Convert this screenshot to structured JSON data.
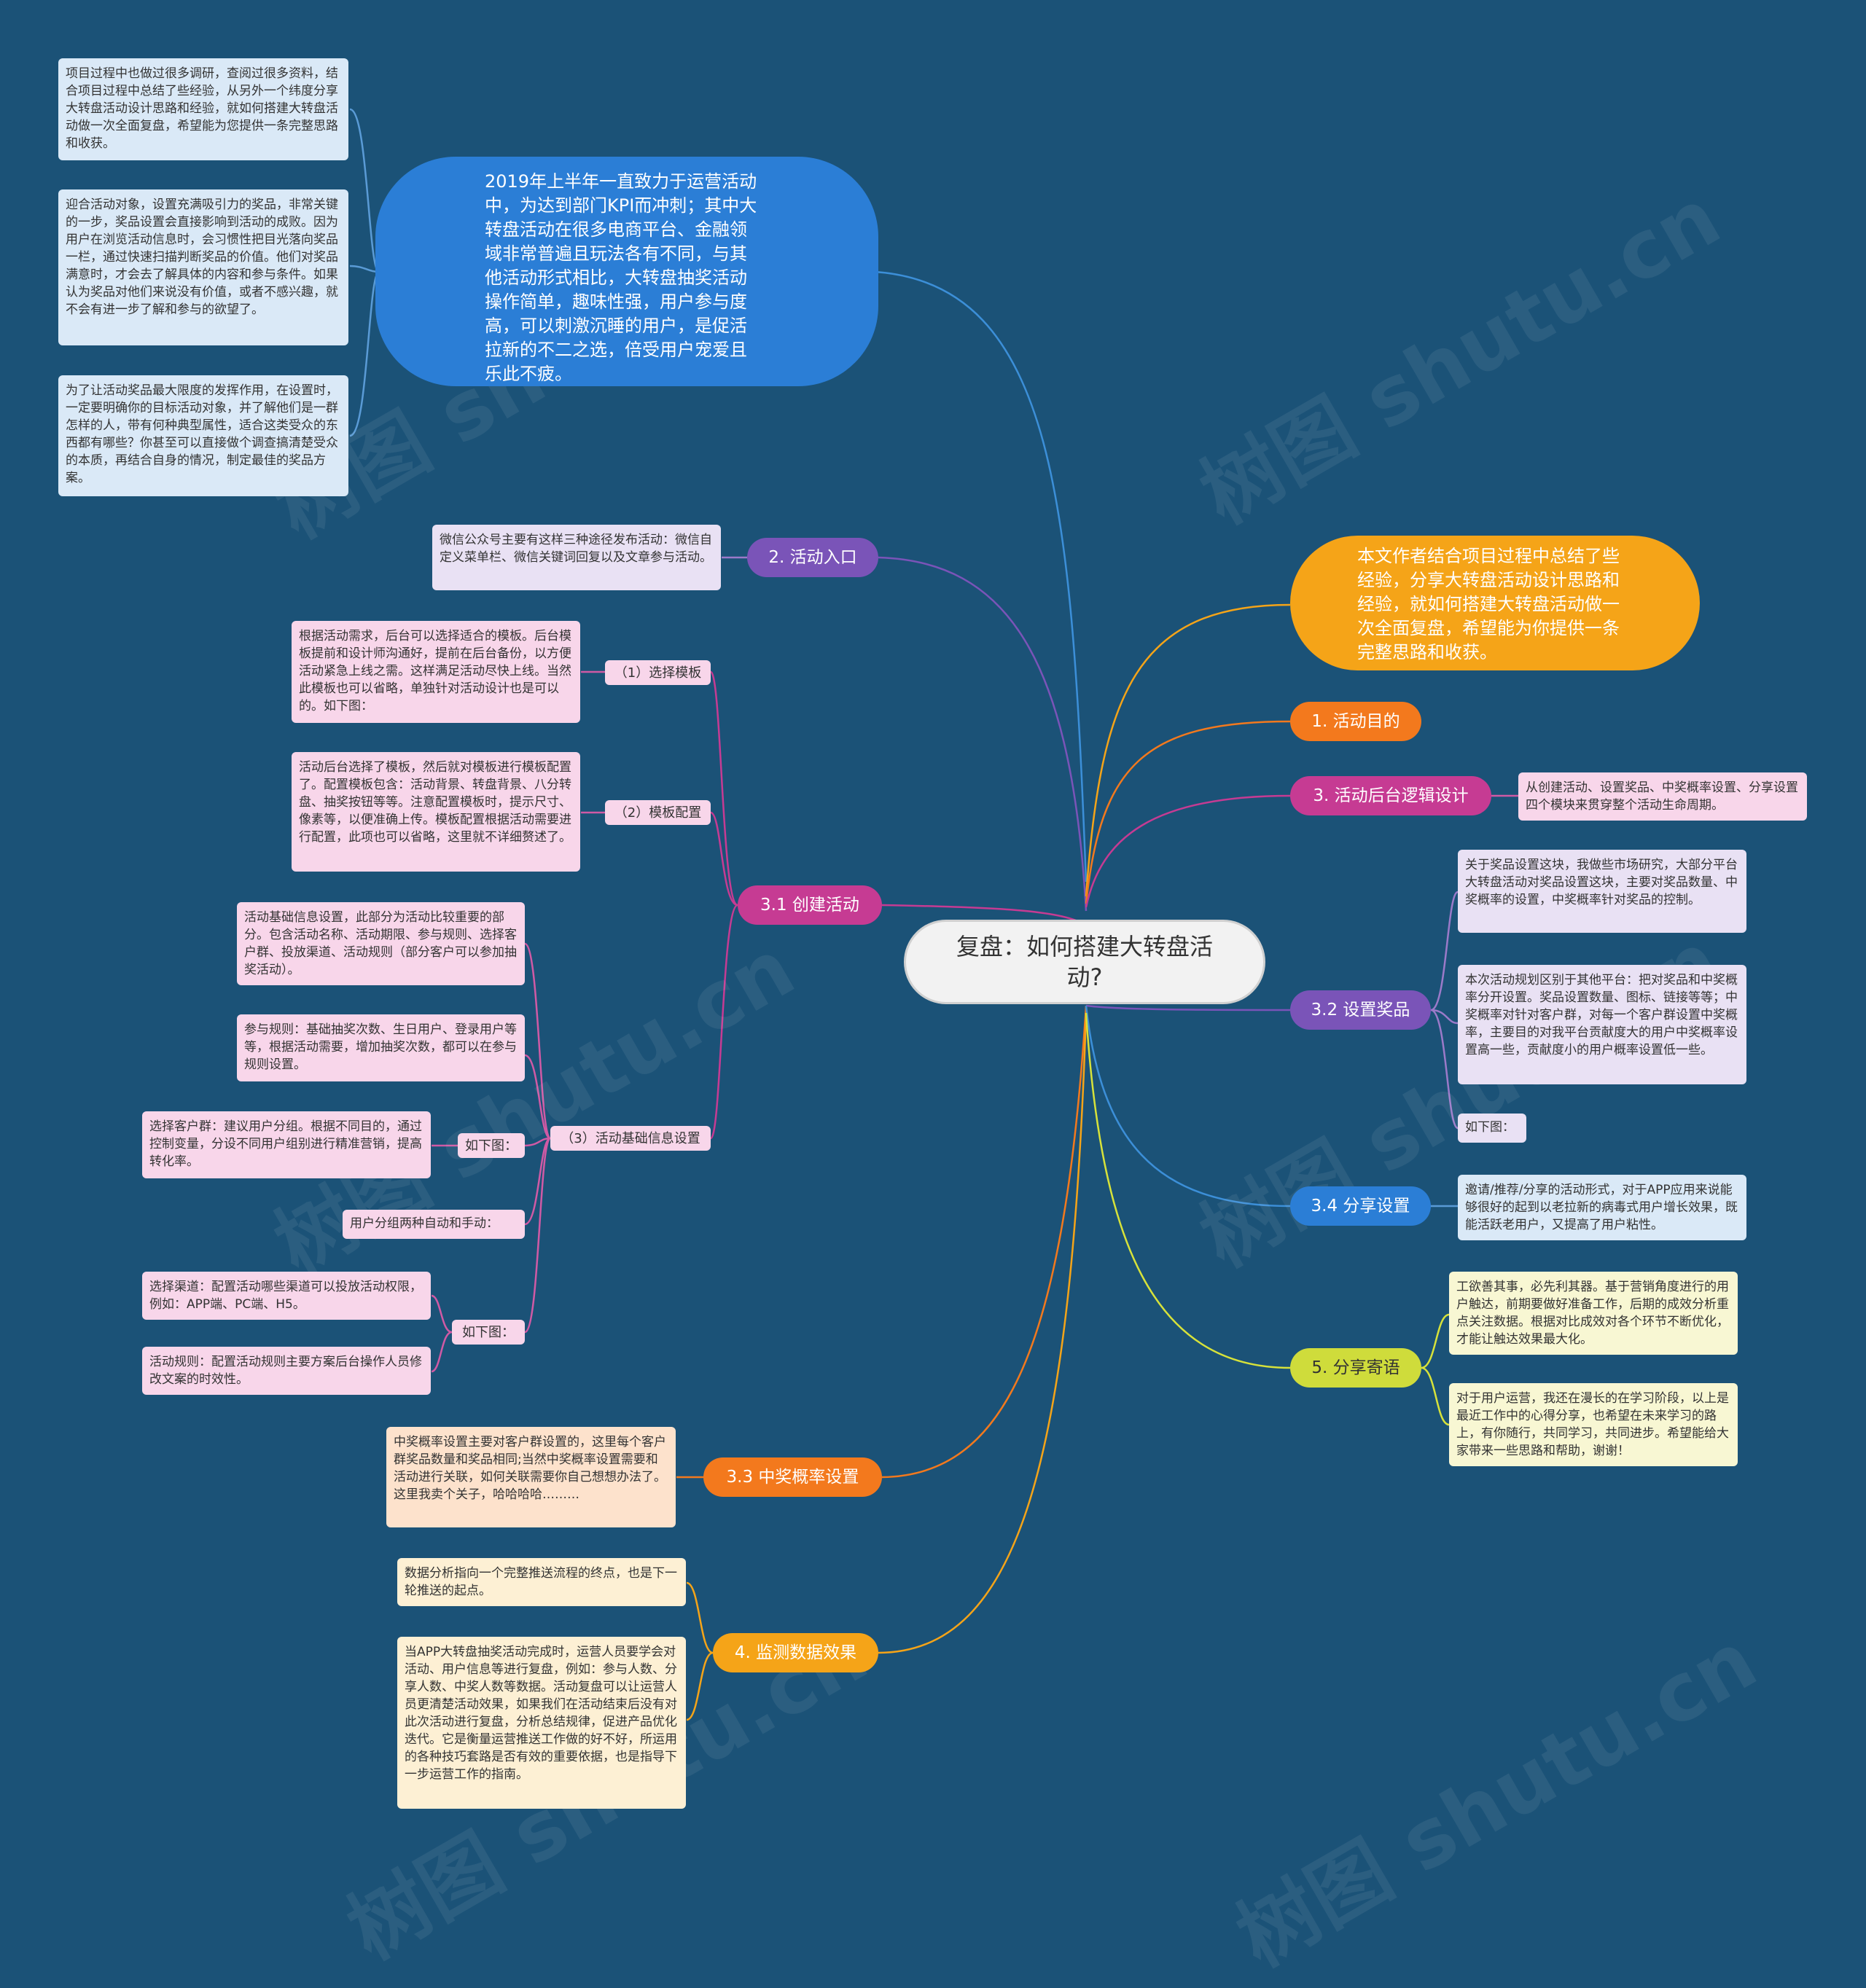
{
  "colors": {
    "background": "#1b5277",
    "branch_blue": "#2b7ed6",
    "branch_purple": "#7a54b8",
    "branch_magenta": "#c63b93",
    "branch_orange": "#f3791d",
    "branch_amber": "#f5a418",
    "branch_yellow": "#cfdc3b"
  },
  "watermark": "树图 shutu.cn",
  "center": {
    "label": "复盘：如何搭建大转盘活动?"
  },
  "intro_bubble": {
    "text": "2019年上半年一直致力于运营活动中，为达到部门KPI而冲刺；其中大转盘活动在很多电商平台、金融领域非常普遍且玩法各有不同，与其他活动形式相比，大转盘抽奖活动操作简单，趣味性强，用户参与度高，可以刺激沉睡的用户，是促活拉新的不二之选，倍受用户宠爱且乐此不疲。"
  },
  "left_notes": [
    "项目过程中也做过很多调研，查阅过很多资料，结合项目过程中总结了些经验，从另外一个纬度分享大转盘活动设计思路和经验，就如何搭建大转盘活动做一次全面复盘，希望能为您提供一条完整思路和收获。",
    "迎合活动对象，设置充满吸引力的奖品，非常关键的一步，奖品设置会直接影响到活动的成败。因为用户在浏览活动信息时，会习惯性把目光落向奖品一栏，通过快速扫描判断奖品的价值。他们对奖品满意时，才会去了解具体的内容和参与条件。如果认为奖品对他们来说没有价值，或者不感兴趣，就不会有进一步了解和参与的欲望了。",
    "为了让活动奖品最大限度的发挥作用，在设置时，一定要明确你的目标活动对象，并了解他们是一群怎样的人，带有何种典型属性，适合这类受众的东西都有哪些？你甚至可以直接做个调查搞清楚受众的本质，再结合自身的情况，制定最佳的奖品方案。"
  ],
  "summary_bubble": {
    "text": "本文作者结合项目过程中总结了些经验，分享大转盘活动设计思路和经验，就如何搭建大转盘活动做一次全面复盘，希望能为你提供一条完整思路和收获。"
  },
  "branches": {
    "entry": {
      "label": "2. 活动入口",
      "note": "微信公众号主要有这样三种途径发布活动：微信自定义菜单栏、微信关键词回复以及文章参与活动。"
    },
    "create": {
      "label": "3.1 创建活动"
    },
    "template_select": {
      "label": "（1）选择模板",
      "note": "根据活动需求，后台可以选择适合的模板。后台模板提前和设计师沟通好，提前在后台备份，以方便活动紧急上线之需。这样满足活动尽快上线。当然此模板也可以省略，单独针对活动设计也是可以的。如下图："
    },
    "template_config": {
      "label": "（2）模板配置",
      "note": "活动后台选择了模板，然后就对模板进行模板配置了。配置模板包含：活动背景、转盘背景、八分转盘、抽奖按钮等等。注意配置模板时，提示尺寸、像素等，以便准确上传。模板配置根据活动需要进行配置，此项也可以省略，这里就不详细赘述了。"
    },
    "basic_info": {
      "label": "（3）活动基础信息设置",
      "note1": "活动基础信息设置，此部分为活动比较重要的部分。包含活动名称、活动期限、参与规则、选择客户群、投放渠道、活动规则（部分客户可以参加抽奖活动）。",
      "note2": "参与规则：基础抽奖次数、生日用户、登录用户等等，根据活动需要，增加抽奖次数，都可以在参与规则设置。",
      "see_fig_1": "如下图：",
      "customer_group": "选择客户群：建议用户分组。根据不同目的，通过控制变量，分设不同用户组别进行精准营销，提高转化率。",
      "grouping": "用户分组两种自动和手动：",
      "see_fig_2": "如下图：",
      "channel": "选择渠道：配置活动哪些渠道可以投放活动权限，例如：APP端、PC端、H5。",
      "rules": "活动规则：配置活动规则主要方案后台操作人员修改文案的时效性。"
    },
    "probability": {
      "label": "3.3 中奖概率设置",
      "note": "中奖概率设置主要对客户群设置的，这里每个客户群奖品数量和奖品相同;当然中奖概率设置需要和活动进行关联，如何关联需要你自己想想办法了。这里我卖个关子，哈哈哈哈………"
    },
    "monitor": {
      "label": "4. 监测数据效果",
      "note1": "数据分析指向一个完整推送流程的终点，也是下一轮推送的起点。",
      "note2": "当APP大转盘抽奖活动完成时，运营人员要学会对活动、用户信息等进行复盘，例如：参与人数、分享人数、中奖人数等数据。活动复盘可以让运营人员更清楚活动效果，如果我们在活动结束后没有对此次活动进行复盘，分析总结规律，促进产品优化迭代。它是衡量运营推送工作做的好不好，所运用的各种技巧套路是否有效的重要依据，也是指导下一步运营工作的指南。"
    },
    "purpose": {
      "label": "1. 活动目的"
    },
    "backend": {
      "label": "3. 活动后台逻辑设计",
      "note": "从创建活动、设置奖品、中奖概率设置、分享设置四个模块来贯穿整个活动生命周期。"
    },
    "prize": {
      "label": "3.2 设置奖品",
      "note1": "关于奖品设置这块，我做些市场研究，大部分平台大转盘活动对奖品设置这块，主要对奖品数量、中奖概率的设置，中奖概率针对奖品的控制。",
      "note2": "本次活动规划区别于其他平台：把对奖品和中奖概率分开设置。奖品设置数量、图标、链接等等；中奖概率对针对客户群，对每一个客户群设置中奖概率，主要目的对我平台贡献度大的用户中奖概率设置高一些，贡献度小的用户概率设置低一些。",
      "see_fig": "如下图："
    },
    "share": {
      "label": "3.4 分享设置",
      "note": "邀请/推荐/分享的活动形式，对于APP应用来说能够很好的起到以老拉新的病毒式用户增长效果，既能活跃老用户，又提高了用户粘性。"
    },
    "closing": {
      "label": "5. 分享寄语",
      "note1": "工欲善其事，必先利其器。基于营销角度进行的用户触达，前期要做好准备工作，后期的成效分析重点关注数据。根据对比成效对各个环节不断优化，才能让触达效果最大化。",
      "note2": "对于用户运营，我还在漫长的在学习阶段，以上是最近工作中的心得分享，也希望在未来学习的路上，有你随行，共同学习，共同进步。希望能给大家带来一些思路和帮助，谢谢！"
    }
  }
}
